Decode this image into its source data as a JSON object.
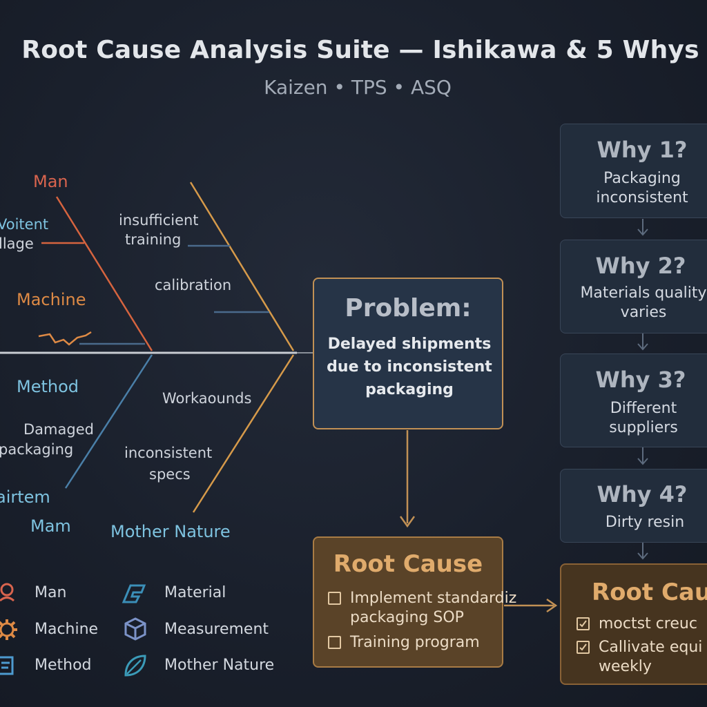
{
  "header": {
    "title": "Root Cause Analysis Suite — Ishikawa & 5 Whys",
    "subtitle": "Kaizen • TPS • ASQ"
  },
  "fishbone": {
    "categories": {
      "man": "Man",
      "machine": "Machine",
      "method": "Method",
      "mam": "Mam",
      "mother_nature": "Mother Nature",
      "material_cut": "airtem"
    },
    "causes": {
      "voitent_line1": "Voitent",
      "voitent_line2": "llage",
      "insufficient_line1": "insufficient",
      "insufficient_line2": "training",
      "calibration": "calibration",
      "workarounds": "Workaounds",
      "damaged_line1": "Damaged",
      "damaged_line2": "packaging",
      "inconsistent_line1": "inconsistent",
      "inconsistent_line2": "specs"
    },
    "colors": {
      "man": "#d9644e",
      "machine": "#de8a45",
      "method": "#7ec3e0",
      "bone_blue": "#4a7fa8",
      "bone_orange": "#d69a4a"
    }
  },
  "problem": {
    "title": "Problem:",
    "text": "Delayed shipments due to inconsistent packaging"
  },
  "root_cause": {
    "title": "Root Cause",
    "items": [
      {
        "line1": "Implement standardiz",
        "line2": "packaging SOP",
        "checked": false
      },
      {
        "line1": "Training program",
        "line2": "",
        "checked": false
      }
    ]
  },
  "whys": [
    {
      "title": "Why 1?",
      "text": "Packaging\ninconsistent"
    },
    {
      "title": "Why 2?",
      "text": "Materials quality\nvaries"
    },
    {
      "title": "Why 3?",
      "text": "Different\nsuppliers"
    },
    {
      "title": "Why 4?",
      "text": "Dirty resin"
    }
  ],
  "root_cause_2": {
    "title": "Root Caus",
    "items": [
      {
        "line1": "moctst creuc",
        "line2": "",
        "checked": true
      },
      {
        "line1": "Callivate equi",
        "line2": "weekly",
        "checked": true
      }
    ]
  },
  "legend": [
    {
      "label": "Man",
      "icon": "person-pin-icon",
      "color": "#d9644e"
    },
    {
      "label": "Material",
      "icon": "material-flag-icon",
      "color": "#3b8fb8"
    },
    {
      "label": "Machine",
      "icon": "gear-icon",
      "color": "#de8a45"
    },
    {
      "label": "Measurement",
      "icon": "cube-icon",
      "color": "#7c93c8"
    },
    {
      "label": "Method",
      "icon": "method-book-icon",
      "color": "#4d9bd0"
    },
    {
      "label": "Mother Nature",
      "icon": "leaf-icon",
      "color": "#3b9bb8"
    }
  ]
}
